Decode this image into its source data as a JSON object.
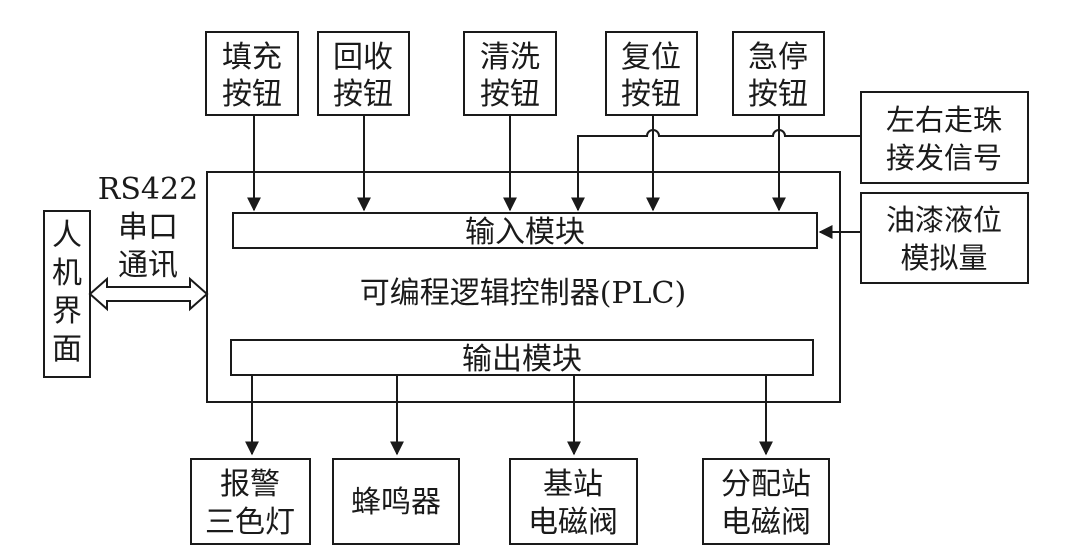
{
  "plc": {
    "label": "可编程逻辑控制器(PLC)",
    "input_module": "输入模块",
    "output_module": "输出模块"
  },
  "inputs_top": [
    {
      "line1": "填充",
      "line2": "按钮"
    },
    {
      "line1": "回收",
      "line2": "按钮"
    },
    {
      "line1": "清洗",
      "line2": "按钮"
    },
    {
      "line1": "复位",
      "line2": "按钮"
    },
    {
      "line1": "急停",
      "line2": "按钮"
    }
  ],
  "inputs_right": [
    {
      "line1": "左右走珠",
      "line2": "接发信号"
    },
    {
      "line1": "油漆液位",
      "line2": "模拟量"
    }
  ],
  "hmi": {
    "chars": [
      "人",
      "机",
      "界",
      "面"
    ],
    "comm_line1": "RS422",
    "comm_line2": "串口",
    "comm_line3": "通讯"
  },
  "outputs": [
    {
      "line1": "报警",
      "line2": "三色灯"
    },
    {
      "line1": "蜂鸣器",
      "line2": ""
    },
    {
      "line1": "基站",
      "line2": "电磁阀"
    },
    {
      "line1": "分配站",
      "line2": "电磁阀"
    }
  ]
}
